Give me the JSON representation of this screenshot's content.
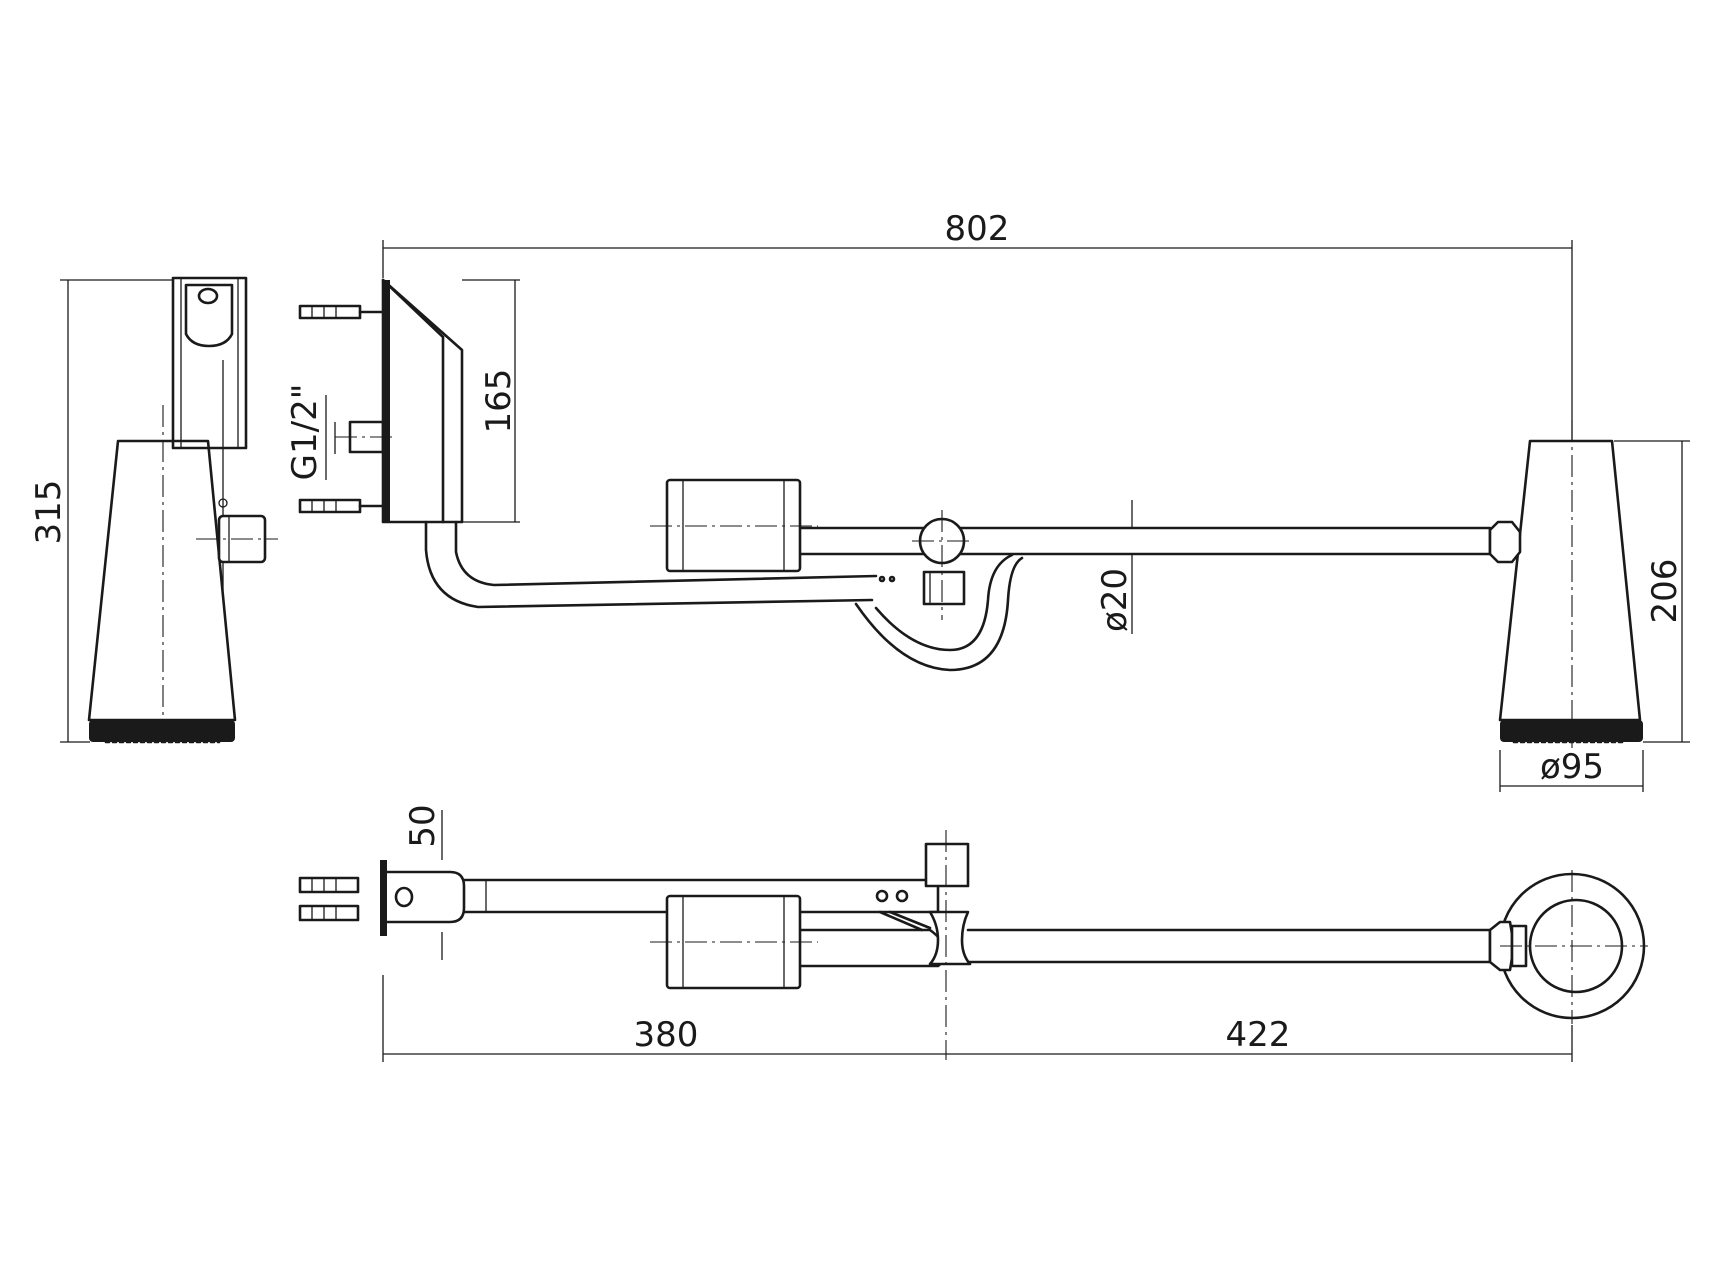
{
  "dimensions": {
    "overall_length": "802",
    "wall_bracket_height": "165",
    "inlet_thread": "G1/2\"",
    "tube_diameter": "ø20",
    "head_height": "206",
    "head_diameter": "ø95",
    "side_total_height": "315",
    "plan_depth": "50",
    "inner_arm": "380",
    "outer_arm": "422"
  }
}
